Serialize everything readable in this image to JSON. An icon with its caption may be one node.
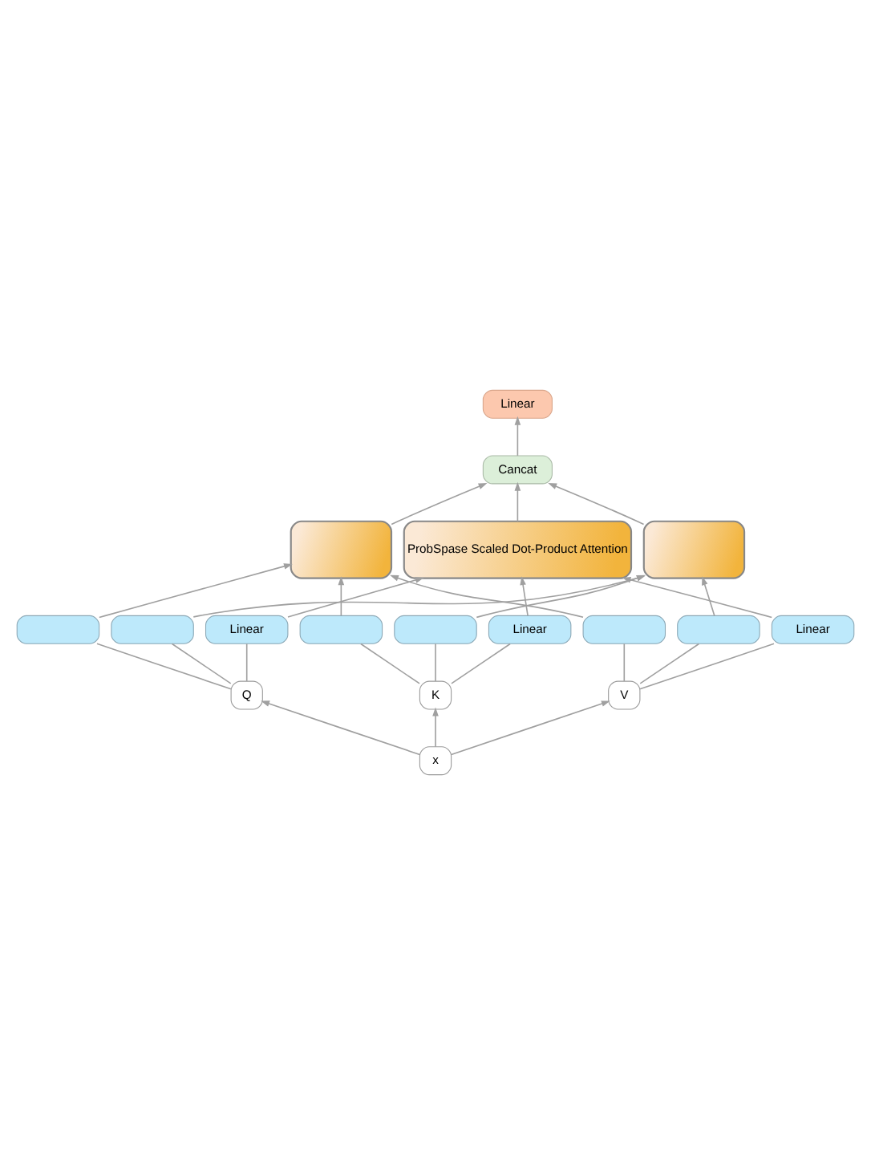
{
  "diagram": {
    "nodes": [
      {
        "text": [
          "Linear"
        ]
      },
      {
        "text": [
          "Cancat"
        ]
      },
      {
        "text": [],
        "shape": "box"
      },
      {
        "text": [],
        "shape": "box"
      },
      {
        "text": [
          "ProbSpase Scaled Dot-Product Attention"
        ]
      },
      {
        "text": [],
        "shape": "box"
      },
      {
        "text": [],
        "shape": "box"
      },
      {
        "text": [
          "Linear"
        ]
      },
      {
        "text": [],
        "shape": "box"
      },
      {
        "text": [],
        "shape": "box"
      },
      {
        "text": [
          "Linear"
        ]
      },
      {
        "text": [],
        "shape": "box"
      },
      {
        "text": [],
        "shape": "box"
      },
      {
        "text": [
          "Linear"
        ]
      },
      {
        "text": [
          "Q"
        ]
      },
      {
        "text": [
          "K"
        ]
      },
      {
        "text": [
          "V"
        ]
      },
      {
        "text": [
          "x"
        ]
      }
    ],
    "edges": [
      {
        "from": 1,
        "to": 0,
        "arrow": "to"
      },
      {
        "from": 2,
        "to": 1,
        "arrow": "to"
      },
      {
        "from": 3,
        "to": 1,
        "arrow": "to"
      },
      {
        "from": 4,
        "to": 1,
        "arrow": "to"
      },
      {
        "from": 5,
        "to": 2,
        "arrow": "to"
      },
      {
        "from": 6,
        "to": 3,
        "arrow": "to"
      },
      {
        "from": 7,
        "to": 4,
        "arrow": "to"
      },
      {
        "from": 8,
        "to": 2,
        "arrow": "to"
      },
      {
        "from": 9,
        "to": 3,
        "arrow": "to"
      },
      {
        "from": 10,
        "to": 4,
        "arrow": "to"
      },
      {
        "from": 11,
        "to": 2,
        "arrow": "to"
      },
      {
        "from": 12,
        "to": 3,
        "arrow": "to"
      },
      {
        "from": 13,
        "to": 4,
        "arrow": "to"
      },
      {
        "from": 14,
        "to": 5,
        "arrow": "none"
      },
      {
        "from": 14,
        "to": 6,
        "arrow": "none"
      },
      {
        "from": 14,
        "to": 7,
        "arrow": "none"
      },
      {
        "from": 15,
        "to": 8,
        "arrow": "none"
      },
      {
        "from": 15,
        "to": 9,
        "arrow": "none"
      },
      {
        "from": 15,
        "to": 10,
        "arrow": "none"
      },
      {
        "from": 16,
        "to": 11,
        "arrow": "none"
      },
      {
        "from": 16,
        "to": 12,
        "arrow": "none"
      },
      {
        "from": 16,
        "to": 13,
        "arrow": "none"
      },
      {
        "from": 17,
        "to": 14,
        "arrow": "to"
      },
      {
        "from": 17,
        "to": 15,
        "arrow": "to"
      },
      {
        "from": 17,
        "to": 16,
        "arrow": "to"
      }
    ]
  }
}
